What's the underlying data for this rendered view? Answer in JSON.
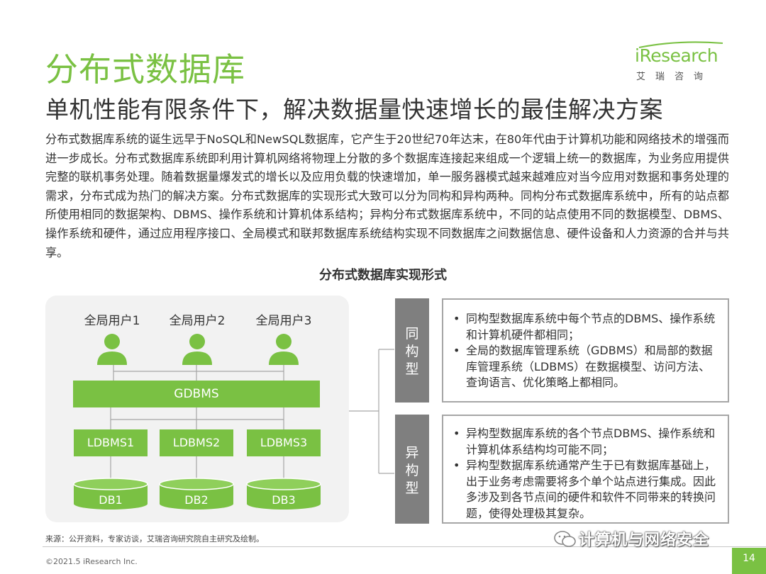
{
  "header": {
    "title": "分布式数据库",
    "subtitle": "单机性能有限条件下，解决数据量快速增长的最佳解决方案"
  },
  "logo": {
    "brand_i": "i",
    "brand_rest": "Research",
    "cn": "艾瑞咨询"
  },
  "body": {
    "paragraph": "分布式数据库系统的诞生远早于NoSQL和NewSQL数据库，它产生于20世纪70年达末，在80年代由于计算机功能和网络技术的增强而进一步成长。分布式数据库系统即利用计算机网络将物理上分散的多个数据库连接起来组成一个逻辑上统一的数据库，为业务应用提供完整的联机事务处理。随着数据量爆发式的增长以及应用负载的快速增加，单一服务器模式越来越难应对当今应用对数据和事务处理的需求，分布式成为热门的解决方案。分布式数据库的实现形式大致可以分为同构和异构两种。同构分布式数据库系统中，所有的站点都所使用相同的数据架构、DBMS、操作系统和计算机体系结构；异构分布式数据库系统中，不同的站点使用不同的数据模型、DBMS、操作系统和硬件，通过应用程序接口、全局模式和联邦数据库系统结构实现不同数据库之间数据信息、硬件设备和人力资源的合并与共享。"
  },
  "diagram": {
    "title": "分布式数据库实现形式",
    "users": [
      "全局用户1",
      "全局用户2",
      "全局用户3"
    ],
    "gdbms": "GDBMS",
    "ldbms": [
      "LDBMS1",
      "LDBMS2",
      "LDBMS3"
    ],
    "dbs": [
      "DB1",
      "DB2",
      "DB3"
    ],
    "homogeneous": {
      "label_chars": [
        "同",
        "构",
        "型"
      ],
      "points": [
        "同构型数据库系统中每个节点的DBMS、操作系统和计算机硬件都相同；",
        "全局的数据库管理系统（GDBMS）和局部的数据库管理系统（LDBMS）在数据模型、访问方法、查询语言、优化策略上都相同。"
      ]
    },
    "heterogeneous": {
      "label_chars": [
        "异",
        "构",
        "型"
      ],
      "points": [
        "异构型数据库系统的各个节点DBMS、操作系统和计算机体系结构均可能不同；",
        "异构型数据库系统通常产生于已有数据库基础上，出于业务考虑需要将多个单个站点进行集成。因此多涉及到各节点间的硬件和软件不同带来的转换问题，使得处理极其复杂。"
      ]
    }
  },
  "footer": {
    "source": "来源：公开资料，专家访谈，艾瑞咨询研究院自主研究及绘制。",
    "copyright": "©2021.5 iResearch Inc.",
    "watermark": "计算机与网络安全",
    "page": "14"
  },
  "colors": {
    "accent_green": "#7ac143",
    "label_gray": "#7f7f7f",
    "panel_gray": "#f2f2f2"
  }
}
